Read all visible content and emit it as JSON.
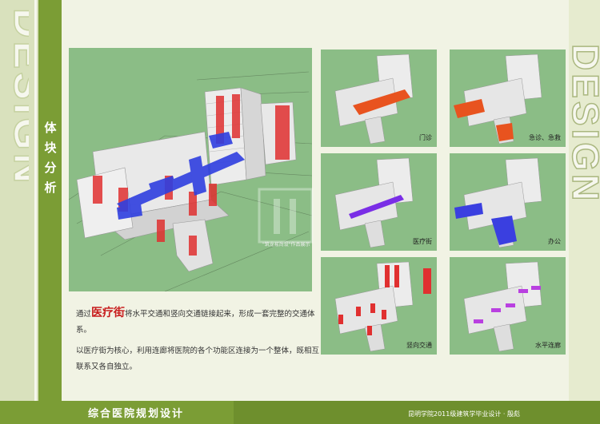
{
  "side_title": "体块分析",
  "design_word": "DESIGN",
  "bottom": {
    "title": "综合医院规划设计",
    "credit": "昆明学院2011级建筑学毕业设计 · 殷彪"
  },
  "description": {
    "p1_pre": "通过",
    "p1_highlight": "医疗街",
    "p1_post": "将水平交通和竖向交通链接起来，形成一套完整的交通体系。",
    "p2": "以医疗街为核心，利用连廊将医院的各个功能区连接为一个整体，既相互联系又各自独立。"
  },
  "watermark": "\"筑龙易尚设\"作品展示",
  "thumbs": [
    {
      "label": "门诊",
      "accent": "#e8531f"
    },
    {
      "label": "急诊、急救",
      "accent": "#e8531f"
    },
    {
      "label": "医疗街",
      "accent": "#7a2ee6"
    },
    {
      "label": "办公",
      "accent": "#3a3fe0"
    },
    {
      "label": "竖向交通",
      "accent": "#e03030"
    },
    {
      "label": "水平连廊",
      "accent": "#b940e0"
    }
  ],
  "colors": {
    "green": "#7b9d35",
    "panel": "#8bbd86",
    "red": "#e03030",
    "blue": "#2f3fe0"
  }
}
